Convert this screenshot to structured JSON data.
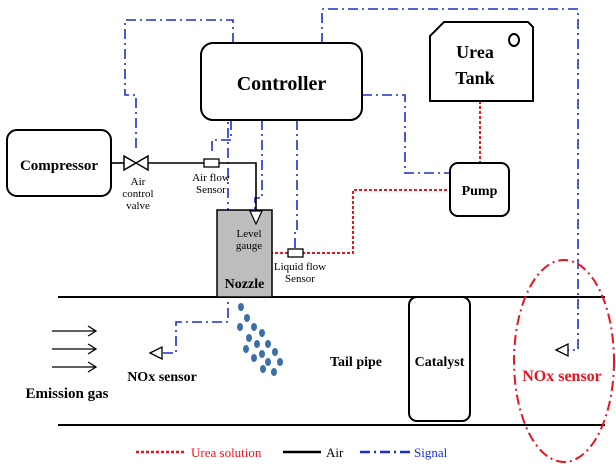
{
  "labels": {
    "controller": "Controller",
    "urea_tank_line1": "Urea",
    "urea_tank_line2": "Tank",
    "compressor": "Compressor",
    "air_control_valve_line1": "Air",
    "air_control_valve_line2": "control",
    "air_control_valve_line3": "valve",
    "air_flow_sensor_line1": "Air flow",
    "air_flow_sensor_line2": "Sensor",
    "pump": "Pump",
    "level_gauge_line1": "Level",
    "level_gauge_line2": "gauge",
    "nozzle": "Nozzle",
    "liquid_flow_sensor_line1": "Liquid flow",
    "liquid_flow_sensor_line2": "Sensor",
    "nox_sensor_left": "NOx sensor",
    "tail_pipe": "Tail pipe",
    "catalyst": "Catalyst",
    "nox_sensor_right": "NOx sensor",
    "emission_gas": "Emission gas"
  },
  "legend": {
    "urea_solution": "Urea solution",
    "air": "Air",
    "signal": "Signal"
  },
  "colors": {
    "urea_line": "#e8141e",
    "air_line": "#000000",
    "signal_line": "#1a2fd0",
    "nozzle_fill": "#bdbdbd",
    "spray_dots": "#3d6fa8",
    "highlight": "#e8141e"
  }
}
